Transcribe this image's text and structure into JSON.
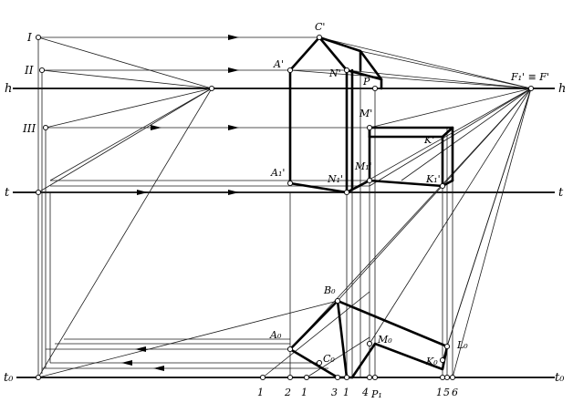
{
  "roman_markers": [
    "I",
    "II",
    "III"
  ],
  "line_labels": {
    "h_left": "h",
    "h_right": "h",
    "t_left": "t",
    "t_right": "t",
    "t0_left": "t₀",
    "t0_right": "t₀"
  },
  "perspective_points": {
    "C": "C'",
    "A": "A'",
    "N": "N'",
    "P": "P",
    "M": "M'",
    "K": "K'",
    "A1": "A₁'",
    "N1": "N₁'",
    "M1": "M₁'",
    "K1": "K₁'",
    "F": "F₁' ≡ F'"
  },
  "plan_points": {
    "B0": "B₀",
    "A0": "A₀",
    "C0": "C₀",
    "M0": "M₀",
    "K0": "K₀",
    "L0": "L₀"
  },
  "ground_numbers": [
    "1",
    "2",
    "1",
    "3",
    "1",
    "4",
    "P₁",
    "1",
    "5",
    "6"
  ]
}
